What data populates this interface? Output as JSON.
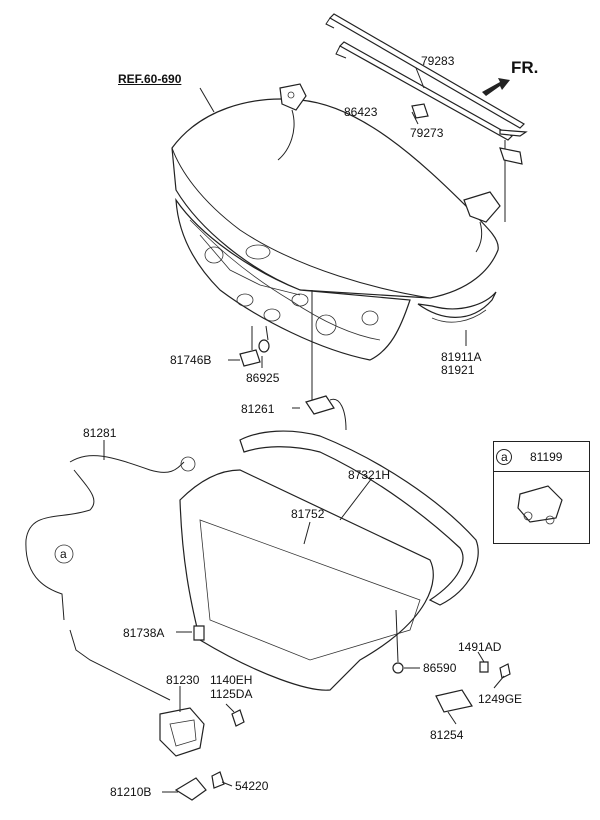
{
  "diagram": {
    "reference": "REF.60-690",
    "direction": "FR.",
    "legend": {
      "symbol": "a",
      "part_number": "81199"
    },
    "callout_symbol": "a",
    "part_numbers": {
      "p79283": "79283",
      "p86423": "86423",
      "p79273": "79273",
      "p81746b": "81746B",
      "p86925": "86925",
      "p81911a": "81911A",
      "p81921": "81921",
      "p81261": "81261",
      "p81281": "81281",
      "p87321h": "87321H",
      "p81752": "81752",
      "p81738a": "81738A",
      "p86590": "86590",
      "p1491ad": "1491AD",
      "p81230": "81230",
      "p1140eh": "1140EH",
      "p1125da": "1125DA",
      "p1249ge": "1249GE",
      "p81254": "81254",
      "p81210b": "81210B",
      "p54220": "54220"
    }
  }
}
